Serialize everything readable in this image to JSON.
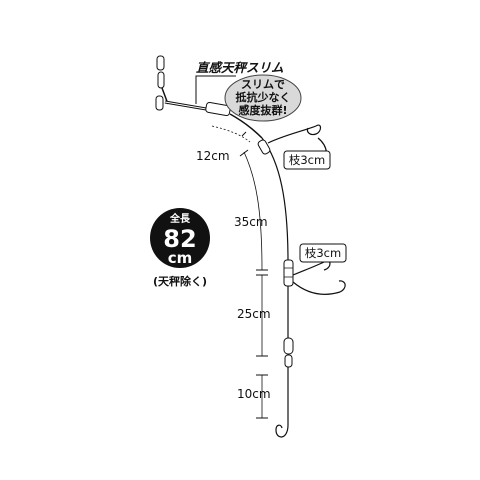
{
  "title": "直感天秤スリム",
  "bubble": {
    "line1": "スリムで",
    "line2": "抵抗少なく",
    "line3": "感度抜群!"
  },
  "dimensions": {
    "d1": "12cm",
    "d2": "35cm",
    "d3": "25cm",
    "d4": "10cm"
  },
  "branches": {
    "upper": "枝3cm",
    "lower": "枝3cm"
  },
  "total": {
    "label": "全長",
    "value": "82",
    "unit": "cm",
    "note": "(天秤除く)"
  }
}
